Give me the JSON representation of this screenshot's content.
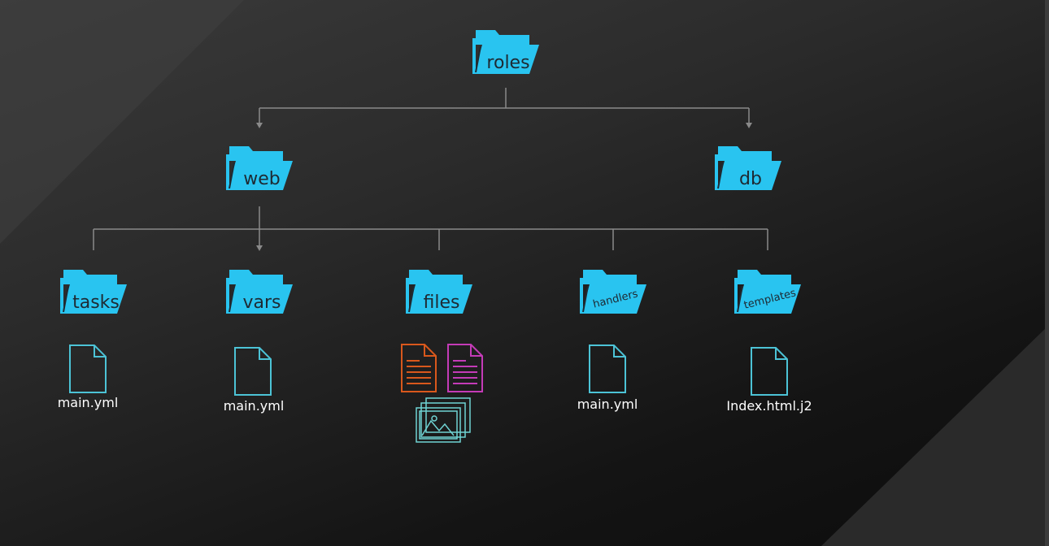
{
  "colors": {
    "folder": "#29c4f0",
    "folder_tab": "#1fb1dd",
    "connector": "#8a8a8a",
    "file_outline": "#4cc3d6",
    "text_file_orange": "#d9581c",
    "text_file_magenta": "#c43bb7",
    "image_stack": "#6fd3d3"
  },
  "tree": {
    "root": {
      "label": "roles",
      "icon": "folder-icon"
    },
    "level1": [
      {
        "label": "web",
        "icon": "folder-icon"
      },
      {
        "label": "db",
        "icon": "folder-icon"
      }
    ],
    "level2": [
      {
        "label": "tasks",
        "icon": "folder-icon",
        "files": [
          "main.yml"
        ]
      },
      {
        "label": "vars",
        "icon": "folder-icon",
        "files": [
          "main.yml"
        ]
      },
      {
        "label": "files",
        "icon": "folder-icon",
        "files": []
      },
      {
        "label": "handlers",
        "icon": "folder-icon",
        "files": [
          "main.yml"
        ]
      },
      {
        "label": "templates",
        "icon": "folder-icon",
        "files": [
          "Index.html.j2"
        ]
      }
    ]
  }
}
